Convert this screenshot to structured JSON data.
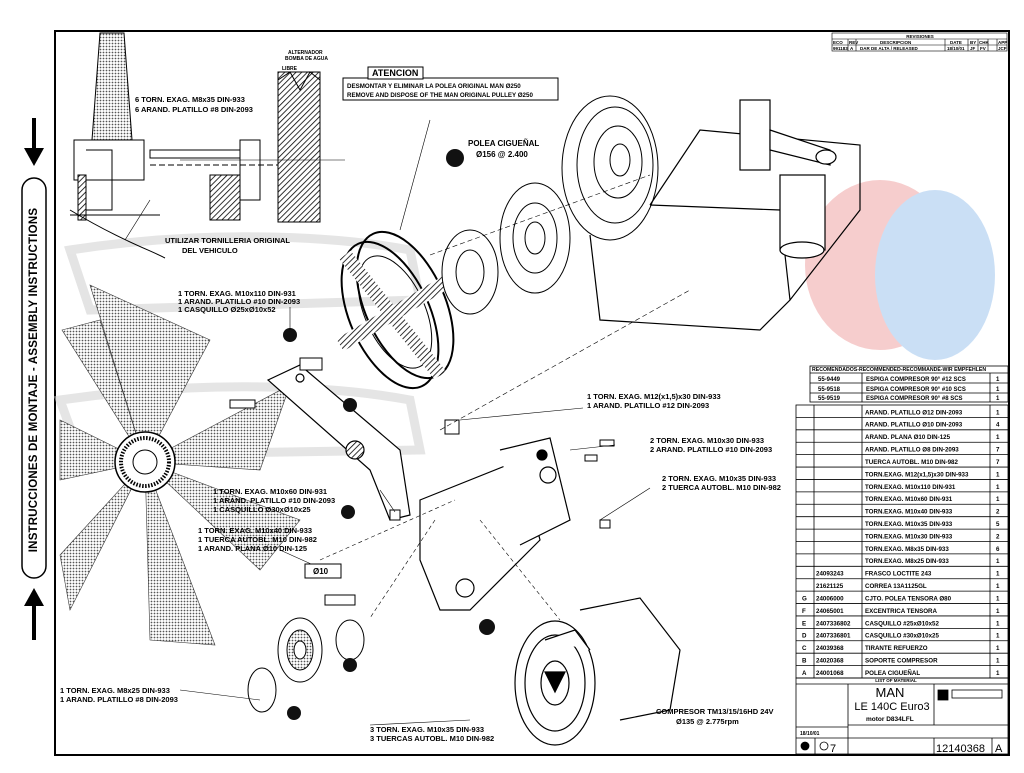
{
  "sidebar": {
    "text": "INSTRUCCIONES DE MONTAJE - ASSEMBLY INSTRUCTIONS"
  },
  "watermark": {
    "colors": [
      "#f0a6a6",
      "#9fc6ee"
    ]
  },
  "revisions": {
    "title": "REVISIONES",
    "headers": [
      "ECO",
      "REV",
      "DESCRIPCION",
      "DATE",
      "BY",
      "CHK",
      "APP"
    ],
    "row": [
      "991183",
      "A",
      "DAR DE ALTA / RELEASED",
      "18/10/01",
      "JF",
      "FV",
      "JCF"
    ]
  },
  "labels": {
    "alternator": [
      "ALTERNADOR",
      "BOMBA DE AGUA"
    ],
    "libre": "LIBRE",
    "top_bolt": [
      "6 TORN. EXAG. M8x35 DIN-933",
      "6 ARAND. PLATILLO #8 DIN-2093"
    ],
    "tornilleria": [
      "UTILIZAR TORNILLERIA ORIGINAL",
      "DEL VEHICULO"
    ],
    "atencion_title": "ATENCION",
    "atencion": [
      "DESMONTAR Y ELIMINAR LA POLEA ORIGINAL MAN Ø250",
      "REMOVE AND DISPOSE OF THE MAN ORIGINAL PULLEY Ø250"
    ],
    "polea": [
      "POLEA CIGUEÑAL",
      "Ø156 @ 2.400"
    ],
    "left_upper": [
      "1 TORN. EXAG. M10x110 DIN-931",
      "1 ARAND. PLATILLO #10 DIN-2093",
      "1 CASQUILLO Ø25xØ10x52"
    ],
    "right_m12": [
      "1 TORN. EXAG. M12(x1,5)x30 DIN-933",
      "1 ARAND. PLATILLO #12 DIN-2093"
    ],
    "right_m10x30": [
      "2 TORN. EXAG. M10x30 DIN-933",
      "2 ARAND. PLATILLO #10 DIN-2093"
    ],
    "right_m10x35": [
      "2 TORN. EXAG. M10x35 DIN-933",
      "2 TUERCA AUTOBL. M10 DIN-982"
    ],
    "left_mid": [
      "1 TORN. EXAG. M10x60 DIN-931",
      "1 ARAND. PLATILLO #10 DIN-2093",
      "1 CASQUILLO Ø30xØ10x25"
    ],
    "left_low": [
      "1 TORN. EXAG. M10x40 DIN-933",
      "1 TUERCA AUTOBL. M10 DIN-982",
      "1 ARAND. PLANA Ø10 DIN-125"
    ],
    "d10": "Ø10",
    "left_bottom": [
      "1 TORN. EXAG. M8x25 DIN-933",
      "1 ARAND. PLATILLO #8 DIN-2093"
    ],
    "bottom_center": [
      "3 TORN. EXAG. M10x35 DIN-933",
      "3 TUERCAS AUTOBL. M10 DIN-982"
    ],
    "compresor": [
      "COMPRESOR TM13/15/16HD 24V",
      "Ø135 @ 2.775rpm"
    ]
  },
  "recommended": {
    "header": "RECOMENDADOS-RECOMMENDED-RECOMMANDÉ-WIR EMPFEHLEN",
    "rows": [
      {
        "code": "55-9449",
        "desc": "ESPIGA COMPRESOR 90° #12 SCS",
        "qty": "1"
      },
      {
        "code": "55-9518",
        "desc": "ESPIGA COMPRESOR 90° #10 SCS",
        "qty": "1"
      },
      {
        "code": "55-9519",
        "desc": "ESPIGA COMPRESOR 90° #8 SCS",
        "qty": "1"
      }
    ]
  },
  "parts": [
    {
      "letter": "",
      "code": "",
      "desc": "ARAND. PLATILLO Ø12 DIN-2093",
      "qty": "1"
    },
    {
      "letter": "",
      "code": "",
      "desc": "ARAND. PLATILLO Ø10 DIN-2093",
      "qty": "4"
    },
    {
      "letter": "",
      "code": "",
      "desc": "ARAND. PLANA Ø10 DIN-125",
      "qty": "1"
    },
    {
      "letter": "",
      "code": "",
      "desc": "ARAND. PLATILLO Ø8 DIN-2093",
      "qty": "7"
    },
    {
      "letter": "",
      "code": "",
      "desc": "TUERCA AUTOBL. M10 DIN-982",
      "qty": "7"
    },
    {
      "letter": "",
      "code": "",
      "desc": "TORN.EXAG. M12(x1,5)x30 DIN-933",
      "qty": "1"
    },
    {
      "letter": "",
      "code": "",
      "desc": "TORN.EXAG. M10x110 DIN-931",
      "qty": "1"
    },
    {
      "letter": "",
      "code": "",
      "desc": "TORN.EXAG. M10x60 DIN-931",
      "qty": "1"
    },
    {
      "letter": "",
      "code": "",
      "desc": "TORN.EXAG. M10x40 DIN-933",
      "qty": "2"
    },
    {
      "letter": "",
      "code": "",
      "desc": "TORN.EXAG. M10x35 DIN-933",
      "qty": "5"
    },
    {
      "letter": "",
      "code": "",
      "desc": "TORN.EXAG. M10x30 DIN-933",
      "qty": "2"
    },
    {
      "letter": "",
      "code": "",
      "desc": "TORN.EXAG. M8x35 DIN-933",
      "qty": "6"
    },
    {
      "letter": "",
      "code": "",
      "desc": "TORN.EXAG. M8x25 DIN-933",
      "qty": "1"
    },
    {
      "letter": "",
      "code": "24093243",
      "desc": "FRASCO LOCTITE 243",
      "qty": "1"
    },
    {
      "letter": "",
      "code": "21621125",
      "desc": "CORREA 13A1125GL",
      "qty": "1"
    },
    {
      "letter": "G",
      "code": "24006000",
      "desc": "CJTO. POLEA TENSORA Ø80",
      "qty": "1"
    },
    {
      "letter": "F",
      "code": "24065001",
      "desc": "EXCENTRICA TENSORA",
      "qty": "1"
    },
    {
      "letter": "E",
      "code": "2407336802",
      "desc": "CASQUILLO #25xØ10x52",
      "qty": "1"
    },
    {
      "letter": "D",
      "code": "2407336801",
      "desc": "CASQUILLO #30xØ10x25",
      "qty": "1"
    },
    {
      "letter": "C",
      "code": "24039368",
      "desc": "TIRANTE REFUERZO",
      "qty": "1"
    },
    {
      "letter": "B",
      "code": "24020368",
      "desc": "SOPORTE COMPRESOR",
      "qty": "1"
    },
    {
      "letter": "A",
      "code": "24001068",
      "desc": "POLEA CIGUEÑAL",
      "qty": "1"
    }
  ],
  "parts_footer": "LIST OF MATERIAL",
  "title_block": {
    "make": "MAN",
    "model": "LE 140C Euro3",
    "engine": "motor D834LFL",
    "drawing_number": "12140368",
    "rev": "A",
    "sheet": "7",
    "date": "18/10/01"
  }
}
